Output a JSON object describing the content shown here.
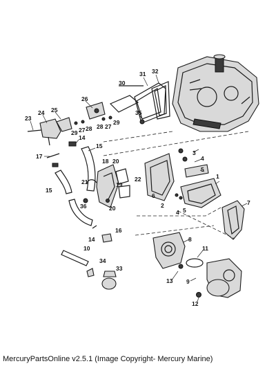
{
  "footer": {
    "text": "MercuryPartsOnline v2.5.1 (Image Copyright- Mercury Marine)"
  },
  "callouts": {
    "c1": "1",
    "c2": "2",
    "c3": "3",
    "c4": "4",
    "c4b": "4",
    "c5": "5",
    "c5b": "5",
    "c6": "6",
    "c7": "7",
    "c8": "8",
    "c9": "9",
    "c10": "10",
    "c11": "11",
    "c12": "12",
    "c13": "13",
    "c14": "14",
    "c14b": "14",
    "c15": "15",
    "c15b": "15",
    "c16": "16",
    "c17": "17",
    "c18": "18",
    "c19": "19",
    "c20": "20",
    "c20b": "20",
    "c21": "21",
    "c22": "22",
    "c23": "23",
    "c24": "24",
    "c25": "25",
    "c26": "26",
    "c27": "27",
    "c27b": "27",
    "c28": "28",
    "c28b": "28",
    "c29": "29",
    "c29b": "29",
    "c30": "30",
    "c31": "31",
    "c32": "32",
    "c33": "33",
    "c34": "34",
    "c35": "35",
    "c36": "36"
  }
}
